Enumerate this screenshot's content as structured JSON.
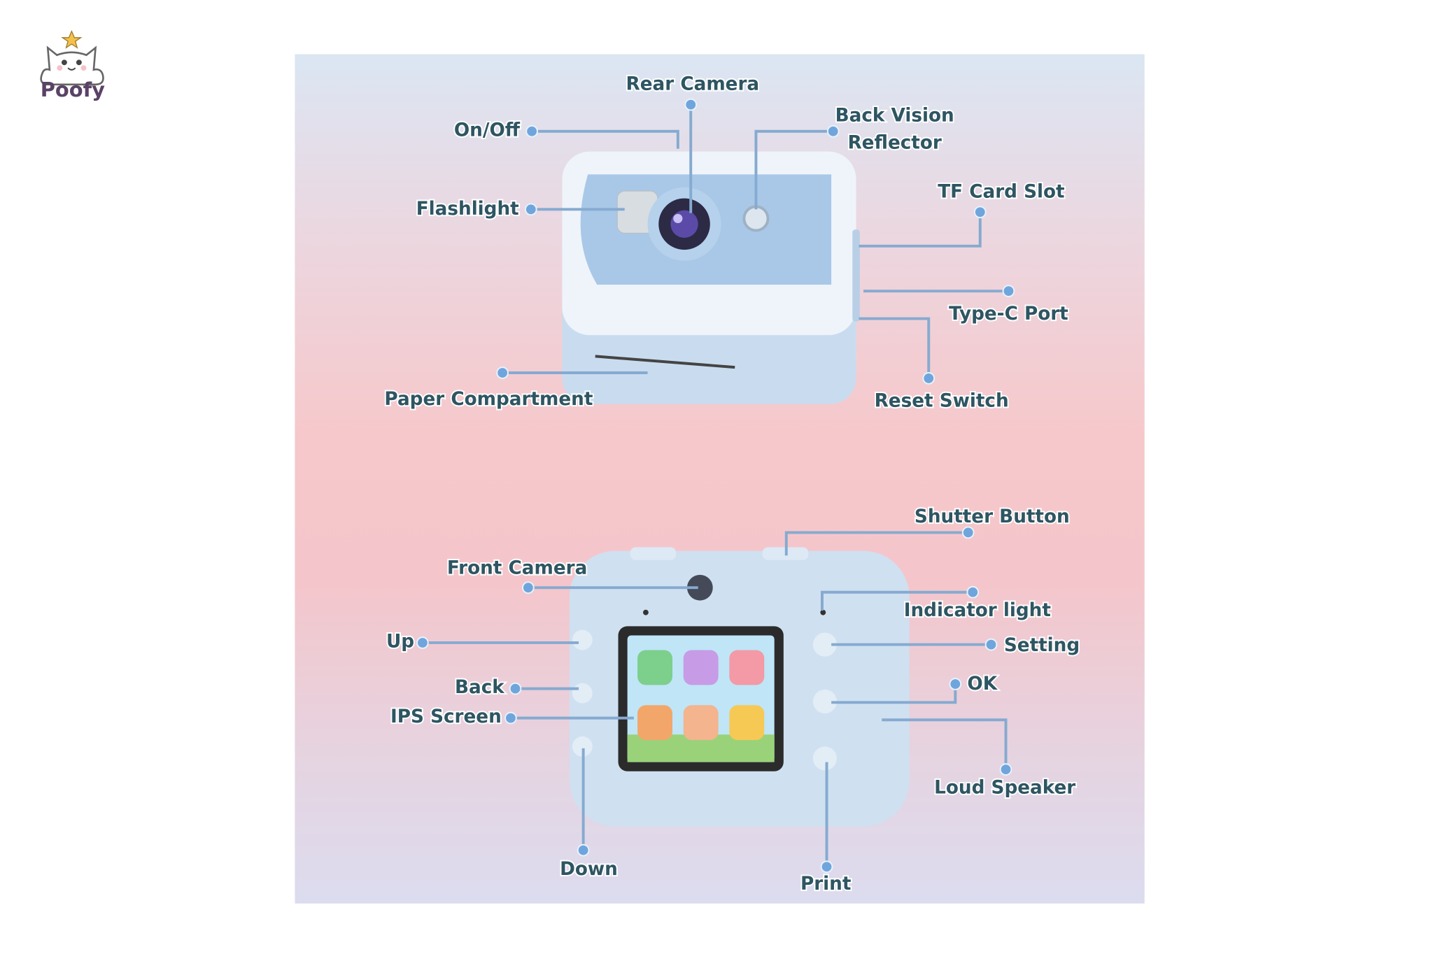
{
  "brand": {
    "name": "Poofy"
  },
  "colors": {
    "label": "#2e5562",
    "leader_line": "#86aad0",
    "dot": "#6fa5dc",
    "camera_body": "#cfe0f1"
  },
  "top_view": {
    "labels": {
      "rear_camera": "Rear Camera",
      "on_off": "On/Off",
      "back_vision_1": "Back Vision",
      "back_vision_2": "Reflector",
      "flashlight": "Flashlight",
      "tf_card_slot": "TF Card Slot",
      "type_c_port": "Type-C Port",
      "reset_switch": "Reset Switch",
      "paper_compartment": "Paper Compartment"
    }
  },
  "bottom_view": {
    "labels": {
      "shutter_button": "Shutter Button",
      "front_camera": "Front Camera",
      "indicator_light": "Indicator light",
      "up": "Up",
      "setting": "Setting",
      "back": "Back",
      "ok": "OK",
      "ips_screen": "IPS Screen",
      "loud_speaker": "Loud Speaker",
      "down": "Down",
      "print": "Print"
    }
  }
}
